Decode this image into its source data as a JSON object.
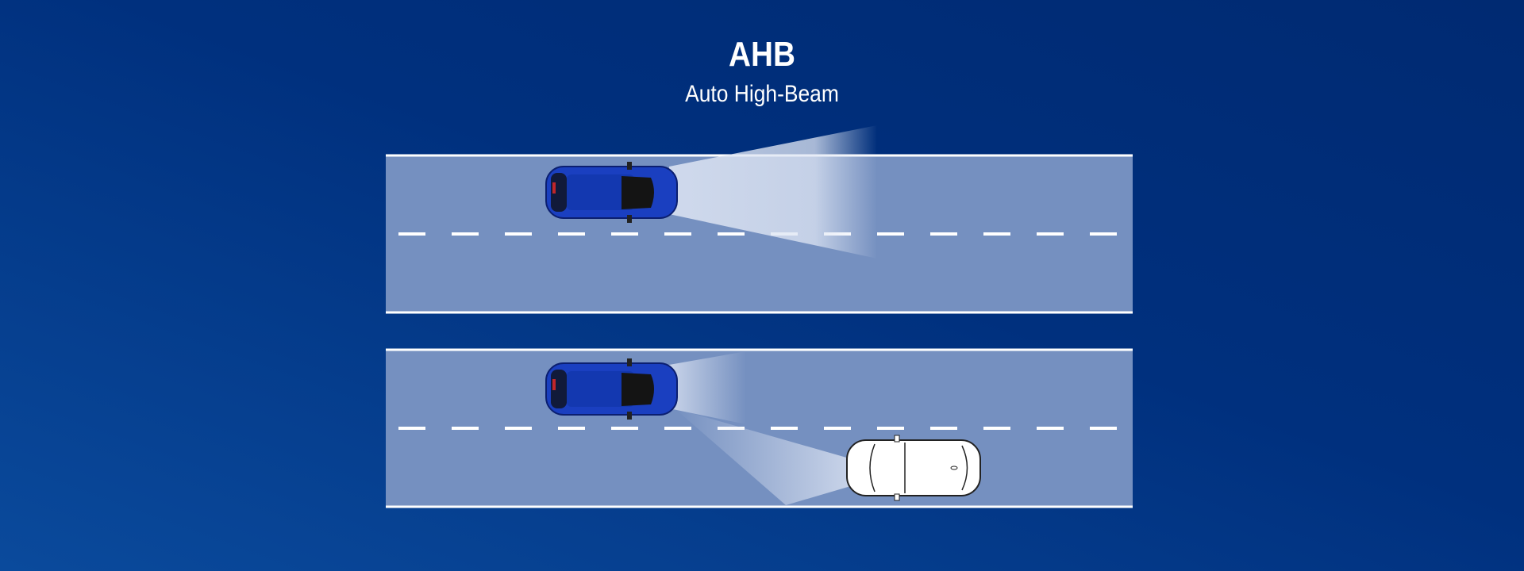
{
  "header": {
    "title": "AHB",
    "subtitle": "Auto High-Beam"
  },
  "colors": {
    "road": "#7590c0",
    "beam": "#c3d0e6",
    "own_car": "#1a3fc0",
    "oncoming_car": "#ffffff"
  },
  "scenes": [
    {
      "name": "high-beam-no-oncoming"
    },
    {
      "name": "low-beam-oncoming-vehicle"
    }
  ]
}
